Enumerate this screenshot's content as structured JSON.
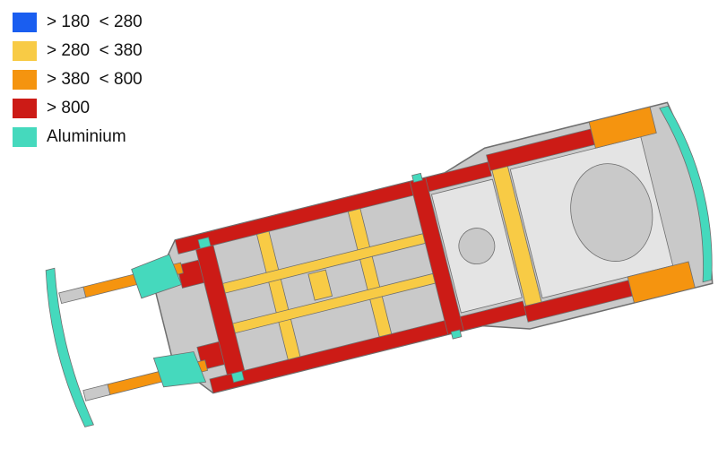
{
  "legend": {
    "items": [
      {
        "label": "> 180  < 280",
        "color": "#1a5ef0"
      },
      {
        "label": "> 280  < 380",
        "color": "#f8cb45"
      },
      {
        "label": "> 380  < 800",
        "color": "#f5940f"
      },
      {
        "label": "> 800",
        "color": "#cc1b16"
      },
      {
        "label": "Aluminium",
        "color": "#45d9bd"
      }
    ]
  },
  "colors": {
    "body_gray": "#c9c9c9",
    "body_light": "#e4e4e4",
    "body_dark": "#8e8e8e",
    "outline": "#6e6e6e"
  }
}
